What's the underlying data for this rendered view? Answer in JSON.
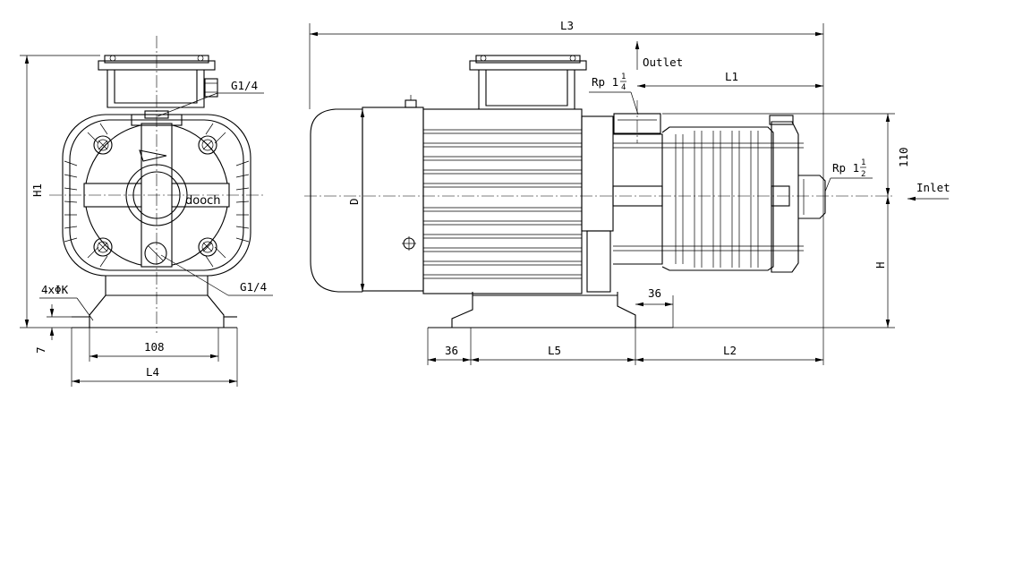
{
  "front_view": {
    "labels": {
      "plug_top": "G1/4",
      "plug_bottom": "G1/4",
      "holes": "4xΦK",
      "dim_base_thickness": "7",
      "dim_hole_spacing": "108",
      "dim_base_length": "L4",
      "dim_total_height": "H1",
      "brand": "dooch"
    }
  },
  "side_view": {
    "labels": {
      "dim_overall_length": "L3",
      "outlet": "Outlet",
      "dim_outlet_to_end": "L1",
      "outlet_thread_prefix": "Rp 1",
      "outlet_thread_num": "1",
      "outlet_thread_den": "4",
      "inlet_thread_prefix": "Rp 1",
      "inlet_thread_num": "1",
      "inlet_thread_den": "2",
      "inlet": "Inlet",
      "dim_110": "110",
      "dim_shaft_height": "H",
      "dim_motor_diameter": "D",
      "dim_36_right": "36",
      "dim_36_left": "36",
      "dim_L5": "L5",
      "dim_L2": "L2"
    }
  }
}
